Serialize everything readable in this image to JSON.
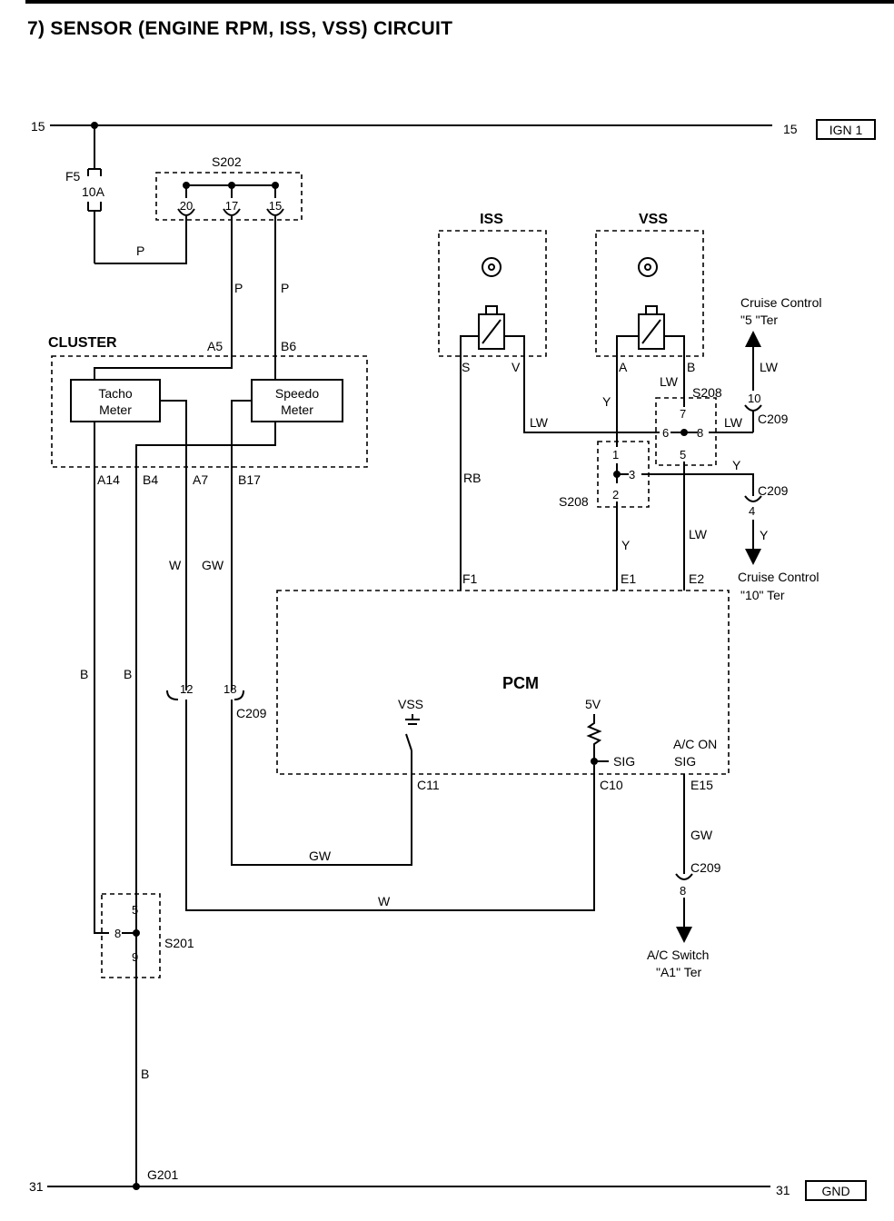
{
  "title": "7)  SENSOR (ENGINE RPM, ISS, VSS) CIRCUIT",
  "rails": {
    "top": {
      "left": "15",
      "right": "15",
      "tag": "IGN 1"
    },
    "bottom": {
      "left": "31",
      "right": "31",
      "tag": "GND"
    }
  },
  "fuse": {
    "name": "F5",
    "rating": "10A"
  },
  "splices": {
    "s202": {
      "name": "S202",
      "pins": [
        "20",
        "17",
        "15"
      ]
    },
    "s208a": {
      "name": "S208",
      "pins": [
        "7",
        "6",
        "8",
        "5"
      ]
    },
    "s208b": {
      "name": "S208",
      "pins": [
        "1",
        "3",
        "2"
      ]
    },
    "s201": {
      "name": "S201",
      "pins": [
        "5",
        "8",
        "9"
      ]
    }
  },
  "cluster": {
    "label": "CLUSTER",
    "tacho": "Tacho\nMeter",
    "speedo": "Speedo\nMeter",
    "pins": {
      "a5": "A5",
      "b6": "B6",
      "a14": "A14",
      "b4": "B4",
      "a7": "A7",
      "b17": "B17"
    }
  },
  "sensors": {
    "iss": "ISS",
    "vss": "VSS",
    "iss_pins": [
      "S",
      "V"
    ],
    "vss_pins": [
      "A",
      "B"
    ]
  },
  "pcm": {
    "label": "PCM",
    "pins": {
      "f1": "F1",
      "e1": "E1",
      "e2": "E2",
      "c11": "C11",
      "c10": "C10",
      "e15": "E15"
    },
    "vss": "VSS",
    "v5": "5V",
    "sig": "SIG",
    "ac_on": "A/C ON",
    "ac_sig": "SIG"
  },
  "connectors": {
    "c209": "C209",
    "c209_12": "12",
    "c209_18": "18",
    "c209_10": "10",
    "c209_4": "4",
    "c209_8": "8"
  },
  "wires": {
    "p1": "P",
    "p2": "P",
    "p3": "P",
    "w1": "W",
    "gw1": "GW",
    "b1": "B",
    "b2": "B",
    "b3": "B",
    "rb": "RB",
    "lw1": "LW",
    "lw2": "LW",
    "lw3": "LW",
    "lw4": "LW",
    "lw5": "LW",
    "y1": "Y",
    "y2": "Y",
    "y3": "Y",
    "y4": "Y",
    "gw2": "GW",
    "w2": "W",
    "gw3": "GW"
  },
  "destinations": {
    "cruise5": [
      "Cruise Control",
      "\"5 \"Ter"
    ],
    "cruise10": [
      "Cruise Control",
      "\"10\" Ter"
    ],
    "acswitch": [
      "A/C Switch",
      "\"A1\" Ter"
    ]
  },
  "ground": "G201"
}
